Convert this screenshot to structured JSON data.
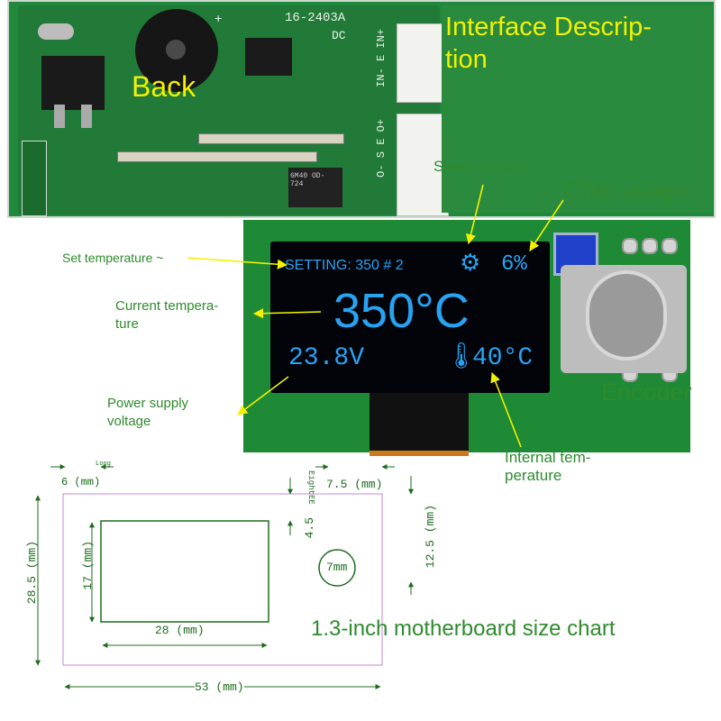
{
  "back_photo": {
    "label": "Back",
    "silk_model": "16-2403A",
    "silk_dc": "DC",
    "silk_in": "IN-  E  IN+",
    "silk_out": "O-  S  E  O+",
    "silk_plus": "+",
    "chip_mark": "6M40 OD-724"
  },
  "title_box": {
    "text": "Interface Descrip-\ntion"
  },
  "oled": {
    "setting_line": "SETTING: 350 # 2",
    "chip_usage_value": "6%",
    "current_temp": "350°C",
    "voltage": "23.8V",
    "internal_temp": "40°C"
  },
  "annotations": {
    "sleep_symbol": "Sleep symbol",
    "chip_usage": "Chip usage",
    "set_temperature": "Set temperature ~",
    "current_temperature": "Current tempera-\nture",
    "power_supply_voltage": "Power supply\nvoltage",
    "encoder": "Encoder",
    "internal_temperature": "Internal tem-\nperature"
  },
  "dimensions": {
    "long_label": "Long",
    "eightee_label": "EightEE",
    "d6": "6 (mm)",
    "d7_5": "7.5 (mm)",
    "d4_5": "4.5",
    "d12_5": "12.5 (mm)",
    "d28_5": "28.5 (mm)",
    "d17": "17 (mm)",
    "d28": "28 (mm)",
    "d53": "53 (mm)",
    "d7mm": "7mm",
    "chart_title": "1.3-inch motherboard size chart"
  },
  "colors": {
    "oled_text": "#27a3f2",
    "annotation_green": "#2e8b2e",
    "arrow_yellow": "#f2f200",
    "pcb_green": "#1f8a3c",
    "outline_purple": "#c48ad6"
  },
  "icons": {
    "sleep": "sleep-icon",
    "thermometer": "thermometer-icon"
  }
}
